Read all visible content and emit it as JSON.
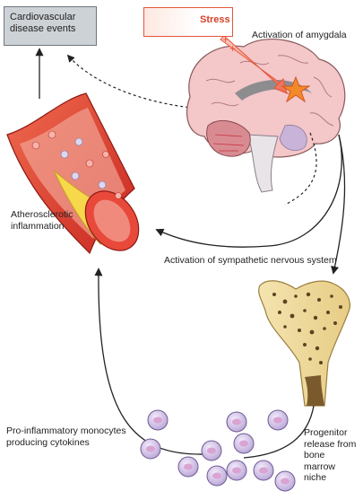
{
  "labels": {
    "cardiovascular_disease_events": "Cardiovascular\ndisease events",
    "stress": "Stress",
    "activation_of_amygdala": "Activation of amygdala",
    "atherosclerotic_inflammation": "Atherosclerotic\ninflammation",
    "activation_of_sympathetic_nervous_system": "Activation of sympathetic nervous system",
    "pro_inflammatory_monocytes": "Pro-inflammatory monocytes\nproducing cytokines",
    "progenitor_release": "Progenitor\nrelease from\nbone\nmarrow\nniche"
  },
  "icons": {
    "brain": "brain-icon",
    "amygdala_star": "star-icon",
    "artery": "artery-icon",
    "bone": "bone-marrow-icon",
    "monocyte": "monocyte-cell-icon"
  },
  "colors": {
    "stress_accent": "#e5553a",
    "box_fill": "#cdd2d6",
    "artery_red": "#d9362b",
    "plaque_yellow": "#f6d84a",
    "brain_pink": "#f4c7c9",
    "bone_beige": "#f2dfa6",
    "monocyte_purple": "#b9a4d6"
  }
}
